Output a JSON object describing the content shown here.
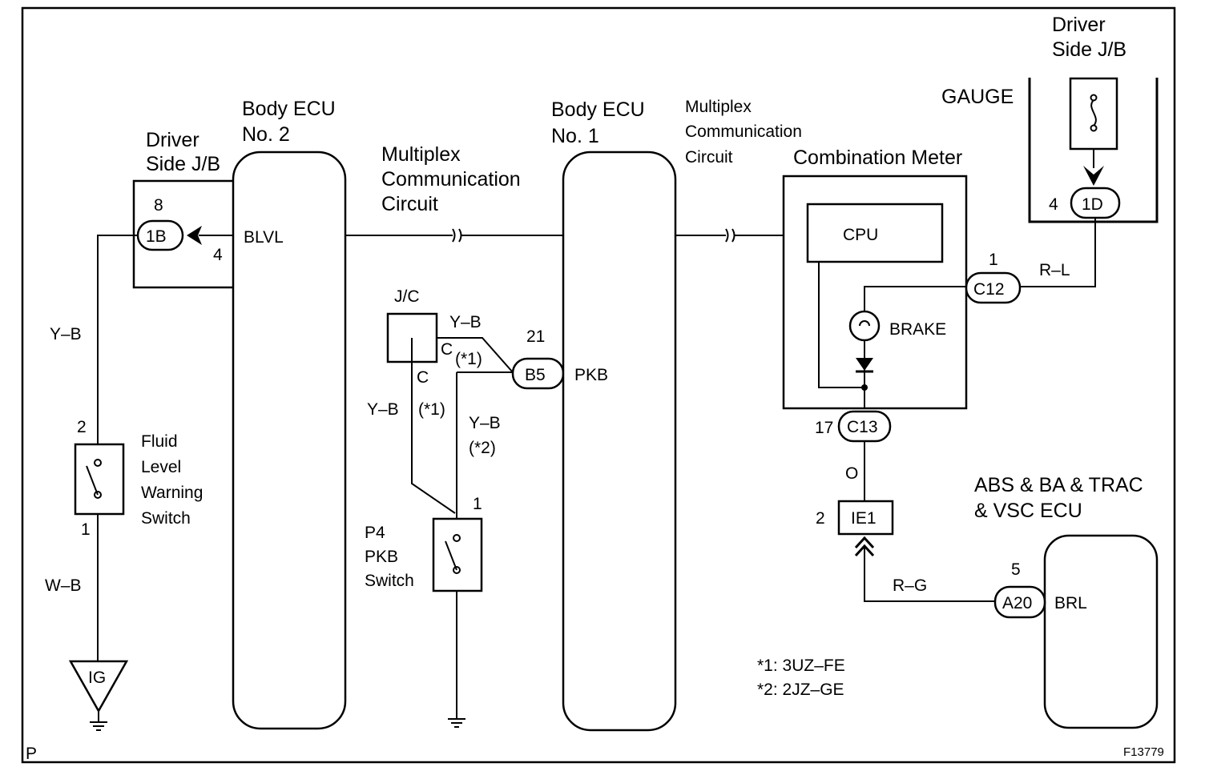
{
  "frame": {
    "corner_left": "P",
    "figure_code": "F13779"
  },
  "components": {
    "driver_jb_left": {
      "line1": "Driver",
      "line2": "Side J/B",
      "pin_top": "8",
      "connector": "1B",
      "pin_bottom": "4"
    },
    "body_ecu_2": {
      "line1": "Body  ECU",
      "line2": "No. 2",
      "terminal": "BLVL"
    },
    "body_ecu_1": {
      "line1": "Body  ECU",
      "line2": "No. 1",
      "terminal": "PKB",
      "pin": "21",
      "connector": "B5"
    },
    "multiplex_left": {
      "line1": "Multiplex",
      "line2": "Communication",
      "line3": "Circuit"
    },
    "multiplex_right": {
      "line1": "Multiplex",
      "line2": "Communication",
      "line3": "Circuit"
    },
    "combination_meter": {
      "title": "Combination Meter",
      "cpu": "CPU",
      "lamp": "BRAKE",
      "pin_top": "1",
      "connector_top": "C12",
      "pin_bottom": "17",
      "connector_bottom": "C13"
    },
    "driver_jb_right": {
      "line1": "Driver",
      "line2": "Side J/B",
      "fuse": "GAUGE",
      "pin": "4",
      "connector": "1D"
    },
    "jc": {
      "label": "J/C",
      "pin_c1": "C",
      "note_c1": "(*1)",
      "pin_c2": "C"
    },
    "fluid_switch": {
      "line1": "Fluid",
      "line2": "Level",
      "line3": "Warning",
      "line4": "Switch",
      "pin_top": "2",
      "pin_bottom": "1"
    },
    "ig": {
      "label": "IG"
    },
    "pkb_switch": {
      "line1": "P4",
      "line2": "PKB",
      "line3": "Switch",
      "pin": "1"
    },
    "ie1": {
      "connector": "IE1",
      "pin": "2"
    },
    "abs_ecu": {
      "line1": "ABS & BA & TRAC",
      "line2": "& VSC ECU",
      "terminal": "BRL",
      "pin": "5",
      "connector": "A20"
    }
  },
  "wires": {
    "yb_left": "Y–B",
    "wb_left": "W–B",
    "yb_jc_top": "Y–B",
    "yb_jc_left": "Y–B",
    "note_1": "(*1)",
    "yb_pkb": "Y–B",
    "note_2": "(*2)",
    "rl": "R–L",
    "o": "O",
    "rg": "R–G"
  },
  "footnotes": {
    "n1": "*1: 3UZ–FE",
    "n2": "*2: 2JZ–GE"
  }
}
